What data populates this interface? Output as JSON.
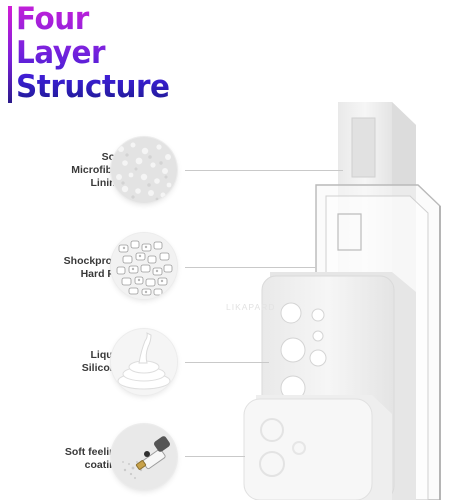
{
  "title": {
    "lines": [
      "Four",
      "Layer",
      "Structure"
    ],
    "colors": {
      "top": "#c81fd8",
      "middle": "#7d22de",
      "bottom": "#1c1a8e"
    }
  },
  "layers": [
    {
      "label_lines": [
        "Soft",
        "Microfiber",
        "Lining"
      ],
      "texture": "microfiber-texture"
    },
    {
      "label_lines": [
        "Shockproof",
        "Hard PC"
      ],
      "texture": "pc-pellets-texture"
    },
    {
      "label_lines": [
        "Liquid",
        "Silicone"
      ],
      "texture": "silicone-swirl-texture"
    },
    {
      "label_lines": [
        "Soft feeling",
        "coating"
      ],
      "texture": "spray-nozzle-texture"
    }
  ],
  "watermark": "LIKAPARD",
  "colors": {
    "label_text": "#3a3a3a",
    "leader_line": "#c9c9c9",
    "case_white": "#f2f2f2"
  }
}
